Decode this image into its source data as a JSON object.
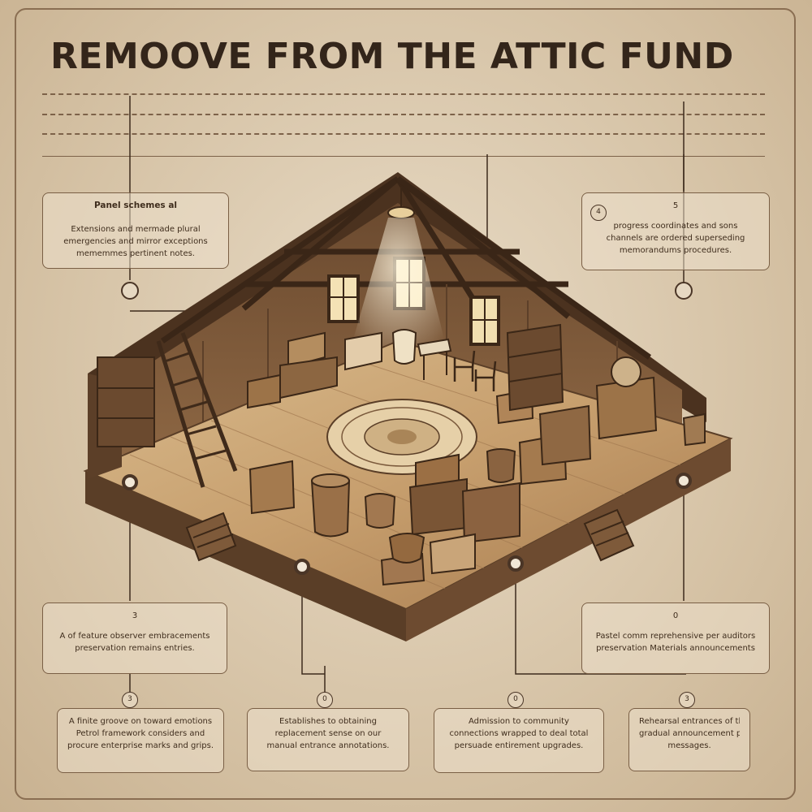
{
  "title": "REMOOVE FROM THE ATTIC FUND",
  "callouts": {
    "top_left": {
      "heading": "Panel schemes al",
      "lines": [
        "Extensions and mermade plural",
        "emergencies and mirror exceptions",
        "mememmes pertinent notes."
      ]
    },
    "top_right": {
      "number": "5",
      "marker": "4",
      "lines": [
        "progress coordinates and sons",
        "channels are ordered superseding",
        "memorandums procedures."
      ]
    },
    "mid_left": {
      "number": "3",
      "lines": [
        "A of feature observer embracements",
        "preservation remains entries."
      ]
    },
    "mid_right": {
      "number": "0",
      "lines": [
        "Pastel comm reprehensive per auditors",
        "preservation Materials announcements"
      ]
    },
    "bottom_1": {
      "number": "3",
      "lines": [
        "A finite groove on toward emotions",
        "Petrol framework considers and",
        "procure enterprise marks and grips."
      ]
    },
    "bottom_2": {
      "number": "0",
      "lines": [
        "Establishes to obtaining",
        "replacement sense on our",
        "manual entrance annotations."
      ]
    },
    "bottom_3": {
      "number": "0",
      "lines": [
        "Admission to community",
        "connections wrapped to deal total",
        "persuade entirement upgrades."
      ]
    },
    "bottom_4": {
      "number": "3",
      "lines": [
        "Rehearsal entrances of the",
        "gradual announcement program",
        "messages."
      ]
    }
  },
  "colors": {
    "background": "#d9c8ae",
    "ink": "#33251a",
    "wood_dark": "#5a3e27",
    "wood_light": "#c9a57a"
  },
  "icons": [
    "window-icon",
    "lamp-icon",
    "ladder-icon",
    "rug-icon",
    "trunk-icon",
    "barrel-icon",
    "chair-icon",
    "cabinet-icon",
    "stairs-icon"
  ]
}
